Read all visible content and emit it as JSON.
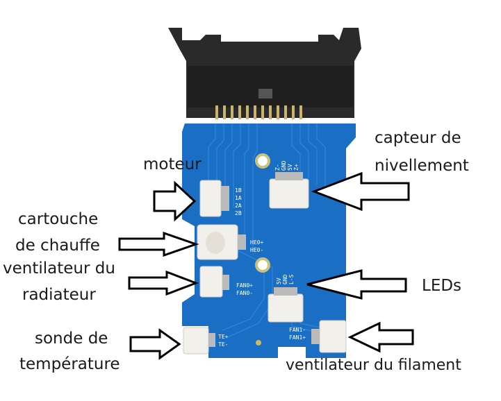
{
  "labels": {
    "moteur": "moteur",
    "capteur_line1": "capteur de",
    "capteur_line2": "nivellement",
    "cartouche_line1": "cartouche",
    "cartouche_line2": "de chauffe",
    "ventrad_line1": "ventilateur du",
    "ventrad_line2": "radiateur",
    "leds": "LEDs",
    "sonde_line1": "sonde de",
    "sonde_line2": "température",
    "ventfil": "ventilateur du filament"
  },
  "silkscreen": {
    "motor_pins": [
      "1B",
      "1A",
      "2A",
      "2B"
    ],
    "sensor_pins": [
      "Z-",
      "GND",
      "5V",
      "Z+"
    ],
    "heater_pins": [
      "HE0+",
      "HE0-"
    ],
    "fan0_pins": [
      "FAN0+",
      "FAN0-"
    ],
    "led_pins": [
      "5V",
      "GND",
      "L-S"
    ],
    "fan1_pins": [
      "FAN1-",
      "FAN1+"
    ],
    "te_pins": [
      "TE+",
      "TE-"
    ]
  },
  "colors": {
    "pcb": "#1a6fc4",
    "pcb_trace": "#2a84db",
    "connector_black": "#222222",
    "connector_white": "#f2f0ea",
    "arrow_stroke": "#000000"
  }
}
